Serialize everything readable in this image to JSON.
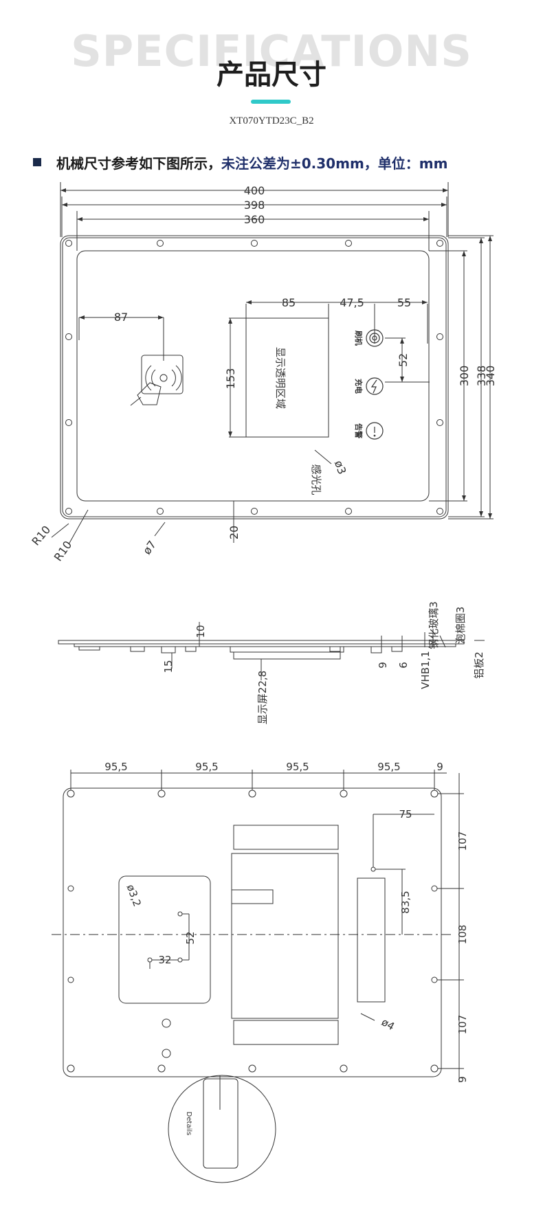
{
  "header": {
    "bg_title": "SPECIFICATIONS",
    "title": "产品尺寸",
    "model": "XT070YTD23C_B2",
    "accent_color": "#2fc9c9"
  },
  "note": {
    "prefix": "机械尺寸参考如下图所示，",
    "tolerance": "未注公差为±0.30mm，单位：mm"
  },
  "front_view": {
    "dims": {
      "d400": "400",
      "d398": "398",
      "d360": "360",
      "d87": "87",
      "d85": "85",
      "d47_5": "47,5",
      "d55": "55",
      "d153": "153",
      "d52": "52",
      "d300": "300",
      "d338": "338",
      "d340": "340",
      "d20": "20",
      "r10a": "R10",
      "r10b": "R10",
      "phi7": "ø7",
      "phi3": "ø3"
    },
    "window_label": "显示透明区域",
    "sensor_label": "感光孔",
    "buttons": [
      {
        "label": "刷机",
        "icon": "spiral-icon"
      },
      {
        "label": "充电",
        "icon": "lightning-icon"
      },
      {
        "label": "告警",
        "icon": "alert-icon"
      }
    ]
  },
  "side_view": {
    "dims": {
      "d10": "10",
      "d15": "15",
      "display": "显示屏22,8",
      "d9": "9",
      "d6": "6",
      "vhb": "VHB1,1",
      "glass": "钢化玻璃3",
      "foam": "泡棉圈3",
      "aluminum": "铝板2"
    }
  },
  "back_view": {
    "dims": {
      "p1": "95,5",
      "p2": "95,5",
      "p3": "95,5",
      "p4": "95,5",
      "d9top": "9",
      "d75": "75",
      "d107a": "107",
      "d83_5": "83,5",
      "d108": "108",
      "d107b": "107",
      "d9bot": "9",
      "phi3_2": "ø3,2",
      "d52": "52",
      "d32": "32",
      "phi4": "ø4"
    },
    "detail_label": "Details"
  }
}
